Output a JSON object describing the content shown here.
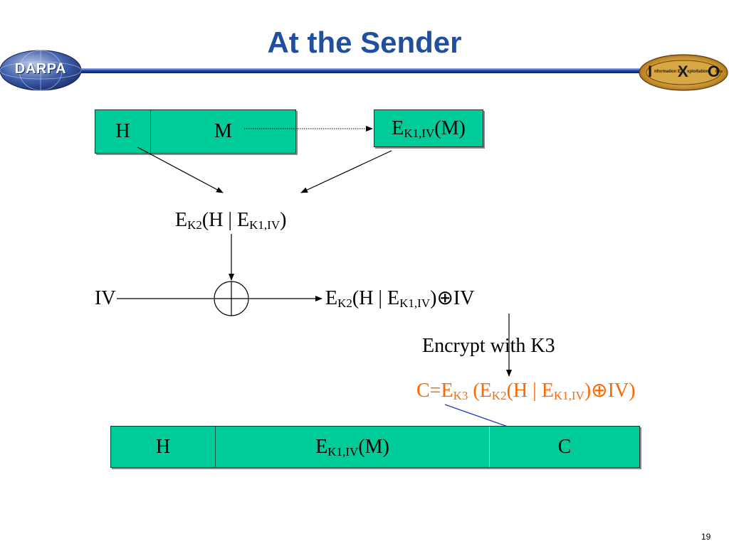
{
  "slide": {
    "title": "At the Sender",
    "page_number": "19"
  },
  "logos": {
    "left": "DARPA",
    "right": {
      "letters": [
        "I",
        "X",
        "O"
      ],
      "words": [
        "nformation E",
        "xploitation",
        "ffice"
      ]
    }
  },
  "top_box": {
    "h": "H",
    "m": "M"
  },
  "ek1": {
    "e": "E",
    "sub": "K1,IV",
    "rest": "(M)"
  },
  "inner": {
    "e1": "E",
    "s1": "K2",
    "mid": "(H | E",
    "s2": "K1,IV",
    "end": ")"
  },
  "iv_label": "IV",
  "xor_out": {
    "e1": "E",
    "s1": "K2",
    "mid": "(H | E",
    "s2": "K1,IV",
    "end": ")⊕IV"
  },
  "encrypt_label": "Encrypt with K3",
  "c_expr": {
    "p1": "C=E",
    "s1": "K3",
    "p2": " (E",
    "s2": "K2",
    "p3": "(H | E",
    "s3": "K1,IV",
    "p4": ")⊕IV)"
  },
  "bottom_box": {
    "h": "H",
    "e": "E",
    "sub": "K1,IV",
    "rest": "(M)",
    "c": "C"
  },
  "colors": {
    "box_fill": "#00cc99",
    "title": "#1f4f9e",
    "highlight": "#ff6600",
    "blue_arrow": "#2233cc"
  }
}
